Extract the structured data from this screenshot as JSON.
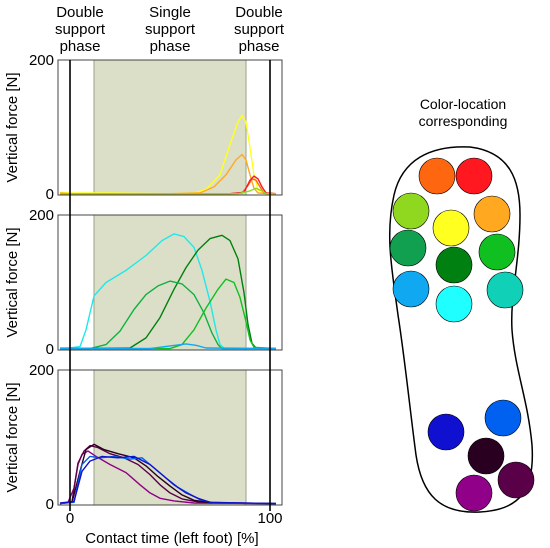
{
  "phase_labels": [
    {
      "lines": [
        "Double",
        "support",
        "phase"
      ]
    },
    {
      "lines": [
        "Single",
        "support",
        "phase"
      ]
    },
    {
      "lines": [
        "Double",
        "support",
        "phase"
      ]
    }
  ],
  "legend": {
    "title_lines": [
      "Color-location",
      "corresponding"
    ],
    "sensors": [
      {
        "color": "#ff6610"
      },
      {
        "color": "#ff1820"
      },
      {
        "color": "#90d820"
      },
      {
        "color": "#ffff20"
      },
      {
        "color": "#ffa820"
      },
      {
        "color": "#10a050"
      },
      {
        "color": "#008010"
      },
      {
        "color": "#10c020"
      },
      {
        "color": "#10a8f0"
      },
      {
        "color": "#20ffff"
      },
      {
        "color": "#10d0b8"
      },
      {
        "color": "#0060f0"
      },
      {
        "color": "#1010d0"
      },
      {
        "color": "#2a0020"
      },
      {
        "color": "#900088"
      },
      {
        "color": "#5a0048"
      }
    ]
  },
  "chart_data": {
    "type": "line",
    "xlabel": "Contact time (left foot) [%]",
    "ylabel": "Vertical force [N]",
    "xlim": [
      -6,
      106
    ],
    "ylim": [
      0,
      200
    ],
    "x_ticks": [
      0,
      100
    ],
    "y_ticks": [
      0,
      200
    ],
    "single_support_phase": [
      12,
      88
    ],
    "phase_colors": {
      "single_support": "#dcdfc8"
    },
    "panels": [
      {
        "series": [
          {
            "color": "#ffff20",
            "points": [
              [
                -5,
                4
              ],
              [
                0,
                3
              ],
              [
                20,
                3
              ],
              [
                50,
                2
              ],
              [
                62,
                3
              ],
              [
                68,
                8
              ],
              [
                75,
                30
              ],
              [
                80,
                75
              ],
              [
                84,
                108
              ],
              [
                86,
                118
              ],
              [
                88,
                108
              ],
              [
                90,
                70
              ],
              [
                92,
                30
              ],
              [
                94,
                8
              ],
              [
                96,
                3
              ],
              [
                98,
                2
              ],
              [
                103,
                2
              ]
            ]
          },
          {
            "color": "#ffa820",
            "points": [
              [
                -5,
                3
              ],
              [
                0,
                2
              ],
              [
                20,
                2
              ],
              [
                50,
                2
              ],
              [
                65,
                3
              ],
              [
                72,
                12
              ],
              [
                78,
                30
              ],
              [
                83,
                52
              ],
              [
                86,
                60
              ],
              [
                88,
                52
              ],
              [
                90,
                30
              ],
              [
                92,
                10
              ],
              [
                94,
                3
              ],
              [
                103,
                2
              ]
            ]
          },
          {
            "color": "#ff6610",
            "points": [
              [
                -5,
                2
              ],
              [
                80,
                2
              ],
              [
                86,
                3
              ],
              [
                89,
                14
              ],
              [
                91,
                24
              ],
              [
                93,
                22
              ],
              [
                95,
                12
              ],
              [
                97,
                3
              ],
              [
                103,
                2
              ]
            ]
          },
          {
            "color": "#ff1820",
            "points": [
              [
                -5,
                2
              ],
              [
                80,
                2
              ],
              [
                87,
                4
              ],
              [
                90,
                22
              ],
              [
                92,
                28
              ],
              [
                94,
                24
              ],
              [
                96,
                12
              ],
              [
                98,
                3
              ],
              [
                103,
                2
              ]
            ]
          },
          {
            "color": "#90d820",
            "points": [
              [
                -5,
                2
              ],
              [
                84,
                2
              ],
              [
                90,
                6
              ],
              [
                93,
                10
              ],
              [
                96,
                6
              ],
              [
                98,
                2
              ],
              [
                103,
                2
              ]
            ]
          }
        ]
      },
      {
        "series": [
          {
            "color": "#20e8e8",
            "points": [
              [
                -5,
                3
              ],
              [
                0,
                3
              ],
              [
                5,
                5
              ],
              [
                8,
                30
              ],
              [
                12,
                80
              ],
              [
                18,
                100
              ],
              [
                28,
                118
              ],
              [
                38,
                140
              ],
              [
                46,
                162
              ],
              [
                52,
                172
              ],
              [
                57,
                168
              ],
              [
                62,
                152
              ],
              [
                66,
                118
              ],
              [
                70,
                72
              ],
              [
                73,
                30
              ],
              [
                75,
                8
              ],
              [
                77,
                3
              ],
              [
                103,
                2
              ]
            ]
          },
          {
            "color": "#008010",
            "points": [
              [
                -5,
                2
              ],
              [
                30,
                3
              ],
              [
                38,
                18
              ],
              [
                45,
                48
              ],
              [
                52,
                90
              ],
              [
                58,
                122
              ],
              [
                64,
                148
              ],
              [
                70,
                165
              ],
              [
                76,
                170
              ],
              [
                80,
                162
              ],
              [
                84,
                135
              ],
              [
                87,
                85
              ],
              [
                89,
                38
              ],
              [
                91,
                10
              ],
              [
                93,
                3
              ],
              [
                103,
                2
              ]
            ]
          },
          {
            "color": "#10b040",
            "points": [
              [
                -5,
                2
              ],
              [
                10,
                2
              ],
              [
                18,
                8
              ],
              [
                25,
                28
              ],
              [
                32,
                60
              ],
              [
                38,
                82
              ],
              [
                44,
                95
              ],
              [
                50,
                102
              ],
              [
                56,
                98
              ],
              [
                62,
                82
              ],
              [
                67,
                55
              ],
              [
                71,
                25
              ],
              [
                74,
                8
              ],
              [
                76,
                2
              ],
              [
                103,
                2
              ]
            ]
          },
          {
            "color": "#10c020",
            "points": [
              [
                -5,
                2
              ],
              [
                50,
                2
              ],
              [
                56,
                8
              ],
              [
                62,
                30
              ],
              [
                68,
                62
              ],
              [
                74,
                90
              ],
              [
                78,
                105
              ],
              [
                82,
                100
              ],
              [
                85,
                78
              ],
              [
                88,
                42
              ],
              [
                90,
                15
              ],
              [
                92,
                4
              ],
              [
                103,
                2
              ]
            ]
          },
          {
            "color": "#10a8f0",
            "points": [
              [
                -5,
                2
              ],
              [
                40,
                2
              ],
              [
                50,
                6
              ],
              [
                58,
                9
              ],
              [
                63,
                7
              ],
              [
                68,
                3
              ],
              [
                103,
                2
              ]
            ]
          }
        ]
      },
      {
        "series": [
          {
            "color": "#900088",
            "points": [
              [
                -5,
                2
              ],
              [
                -1,
                4
              ],
              [
                2,
                25
              ],
              [
                4,
                60
              ],
              [
                6,
                75
              ],
              [
                9,
                80
              ],
              [
                13,
                72
              ],
              [
                20,
                60
              ],
              [
                28,
                48
              ],
              [
                35,
                30
              ],
              [
                40,
                18
              ],
              [
                45,
                10
              ],
              [
                52,
                6
              ],
              [
                62,
                3
              ],
              [
                103,
                2
              ]
            ]
          },
          {
            "color": "#5a0048",
            "points": [
              [
                -5,
                2
              ],
              [
                1,
                5
              ],
              [
                4,
                62
              ],
              [
                7,
                80
              ],
              [
                10,
                88
              ],
              [
                14,
                85
              ],
              [
                20,
                76
              ],
              [
                27,
                70
              ],
              [
                34,
                60
              ],
              [
                40,
                45
              ],
              [
                45,
                30
              ],
              [
                50,
                18
              ],
              [
                56,
                9
              ],
              [
                65,
                4
              ],
              [
                103,
                2
              ]
            ]
          },
          {
            "color": "#2a0020",
            "points": [
              [
                -5,
                2
              ],
              [
                1,
                4
              ],
              [
                5,
                50
              ],
              [
                8,
                82
              ],
              [
                12,
                90
              ],
              [
                17,
                82
              ],
              [
                24,
                76
              ],
              [
                32,
                70
              ],
              [
                38,
                58
              ],
              [
                44,
                42
              ],
              [
                50,
                28
              ],
              [
                56,
                15
              ],
              [
                62,
                7
              ],
              [
                72,
                3
              ],
              [
                103,
                2
              ]
            ]
          },
          {
            "color": "#0060f0",
            "points": [
              [
                -5,
                2
              ],
              [
                2,
                4
              ],
              [
                6,
                60
              ],
              [
                10,
                72
              ],
              [
                15,
                70
              ],
              [
                22,
                72
              ],
              [
                30,
                68
              ],
              [
                36,
                70
              ],
              [
                42,
                55
              ],
              [
                48,
                40
              ],
              [
                54,
                26
              ],
              [
                60,
                16
              ],
              [
                65,
                8
              ],
              [
                72,
                3
              ],
              [
                103,
                2
              ]
            ]
          },
          {
            "color": "#1010d0",
            "points": [
              [
                -5,
                3
              ],
              [
                2,
                5
              ],
              [
                6,
                50
              ],
              [
                10,
                65
              ],
              [
                16,
                72
              ],
              [
                24,
                70
              ],
              [
                32,
                72
              ],
              [
                40,
                60
              ],
              [
                46,
                45
              ],
              [
                52,
                30
              ],
              [
                58,
                18
              ],
              [
                64,
                10
              ],
              [
                70,
                4
              ],
              [
                103,
                2
              ]
            ]
          }
        ]
      }
    ]
  }
}
